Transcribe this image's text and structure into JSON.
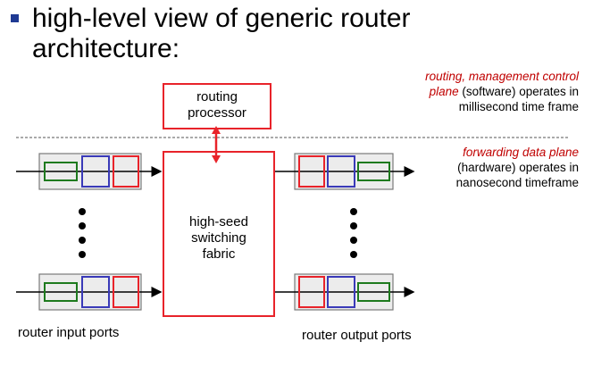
{
  "title": "high-level view of generic router architecture:",
  "control_plane": {
    "em": "routing, management control plane",
    "rest1": " (software)",
    "rest2": "operates in millisecond time frame"
  },
  "data_plane": {
    "em": "forwarding data plane",
    "rest1": "(hardware) operates in nanosecond timeframe"
  },
  "routing_processor": {
    "line1": "routing",
    "line2": "processor"
  },
  "fabric": {
    "line1": "high-seed",
    "line2": "switching",
    "line3": "fabric"
  },
  "input_ports_label": "router input ports",
  "output_ports_label": "router output ports",
  "colors": {
    "red": "#e8232a",
    "blue": "#3a3ab8",
    "green": "#1e7a1e",
    "port_border": "#7a7a7a",
    "port_fill": "#ececec",
    "note_red": "#c00000"
  }
}
